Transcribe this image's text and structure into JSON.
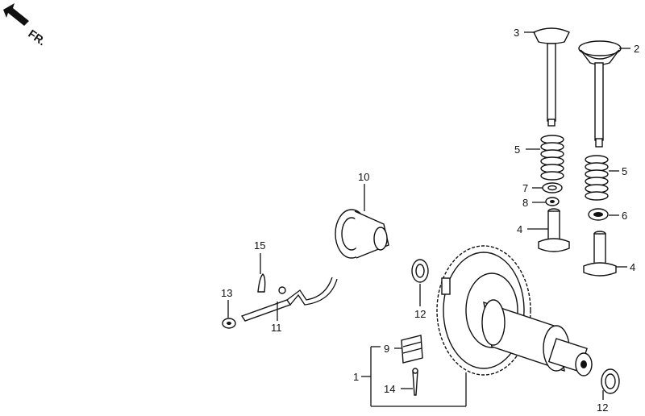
{
  "orientation": {
    "label": "FR.",
    "icon": "front-direction-arrow-icon"
  },
  "callouts": {
    "intake_valve": "3",
    "exhaust_valve": "2",
    "valve_spring_left": "5",
    "valve_spring_right": "5",
    "retainer": "7",
    "cotter": "8",
    "valve_lifter_left": "4",
    "valve_lifter_right": "4",
    "rotator": "6",
    "governor_holder": "10",
    "pin": "15",
    "washer_13": "13",
    "governor_lever": "11",
    "washer_left": "12",
    "washer_right": "12",
    "weight": "9",
    "camshaft_assembly": "1",
    "cotter_pin": "14"
  }
}
